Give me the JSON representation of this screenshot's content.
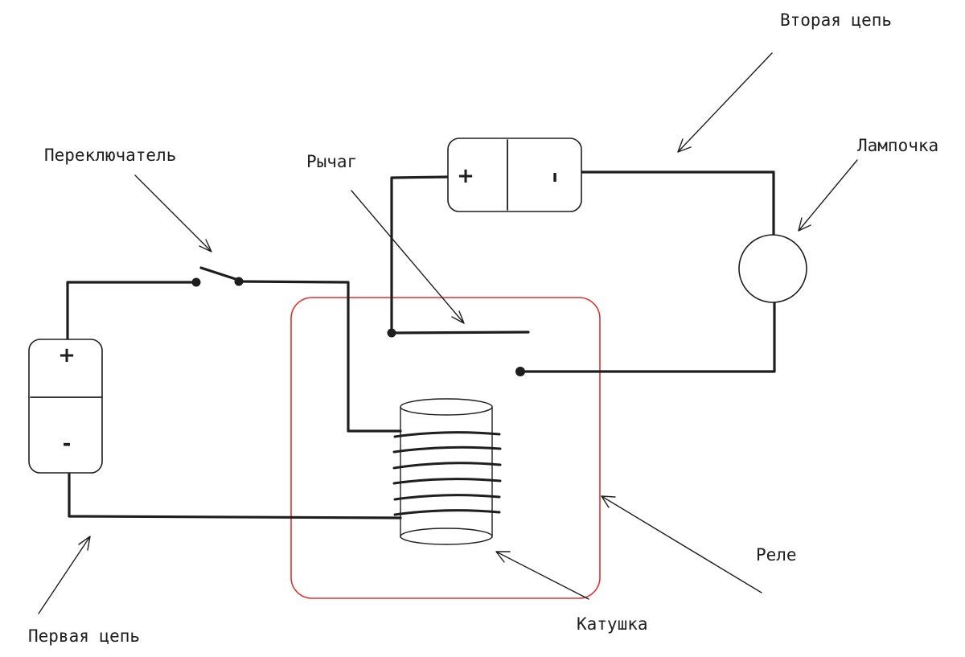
{
  "labels": {
    "switch": "Переключатель",
    "lever": "Рычаг",
    "second_circuit": "Вторая цепь",
    "lamp": "Лампочка",
    "relay": "Реле",
    "coil": "Катушка",
    "first_circuit": "Первая цепь"
  },
  "battery_left": {
    "plus": "+",
    "minus": "-"
  },
  "battery_top": {
    "plus": "+",
    "minus": "ı"
  },
  "colors": {
    "ink": "#1e1e1e",
    "relay_outline": "#e03131",
    "background": "#ffffff"
  }
}
